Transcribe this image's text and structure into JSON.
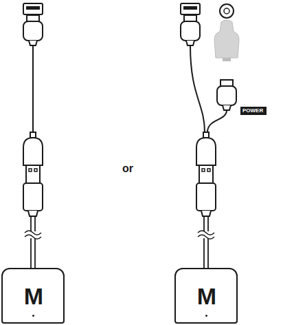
{
  "diagram": {
    "nodes": [
      {
        "text": [
          "M"
        ]
      },
      {
        "text": [
          "POWER"
        ]
      },
      {
        "text": [
          "M"
        ]
      }
    ],
    "labels": [
      "or"
    ]
  }
}
